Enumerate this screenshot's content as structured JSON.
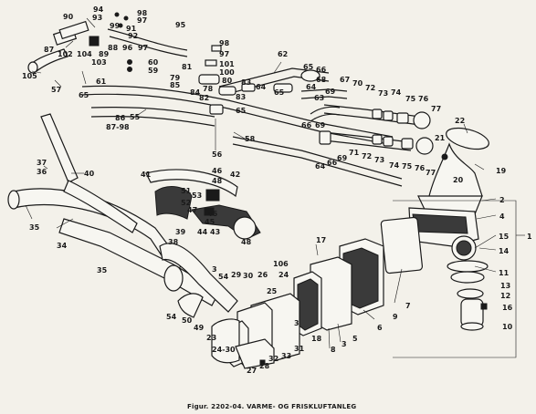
{
  "caption": "Figur. 2202-04. VARME- OG FRISKLUFTANLEG",
  "labels": {
    "l1": "1",
    "l2": "2",
    "l3": "3",
    "l3b": "3",
    "l4": "4",
    "l5": "5",
    "l6": "6",
    "l7": "7",
    "l8": "8",
    "l9": "9",
    "l10": "10",
    "l11": "11",
    "l12": "12",
    "l13": "13",
    "l14": "14",
    "l15": "15",
    "l16": "16",
    "l17": "17",
    "l18": "18",
    "l19": "19",
    "l20": "20",
    "l21": "21",
    "l22": "22",
    "l23": "23",
    "l24_30": "24-30",
    "l24": "24",
    "l25": "25",
    "l26": "26",
    "l27": "27",
    "l28": "28",
    "l29": "29",
    "l30": "30",
    "l31": "31",
    "l32": "32",
    "l33": "33",
    "l34": "34",
    "l35a": "35",
    "l35b": "35",
    "l36": "36",
    "l37": "37",
    "l38": "38",
    "l39": "39",
    "l40": "40",
    "l41": "41",
    "l42": "42",
    "l43": "43",
    "l44": "44",
    "l45": "45",
    "l46a": "46",
    "l46b": "46",
    "l47": "47",
    "l48": "48",
    "l49": "49",
    "l50": "50",
    "l51": "51",
    "l52": "52",
    "l53": "53",
    "l54a": "54",
    "l54b": "54",
    "l55": "55",
    "l56": "56",
    "l57": "57",
    "l58": "58",
    "l59": "59",
    "l60": "60",
    "l61": "61",
    "l62": "62",
    "l63": "63",
    "l64a": "64",
    "l64b": "64",
    "l65a": "65",
    "l65b": "65",
    "l65c": "65",
    "l66a": "66",
    "l66b": "66",
    "l67": "67",
    "l68": "68",
    "l69a": "69",
    "l69b": "69",
    "l70": "70",
    "l71": "71",
    "l72a": "72",
    "l72b": "72",
    "l73a": "73",
    "l73b": "73",
    "l74": "74",
    "l75a": "75",
    "l75b": "75",
    "l76a": "76",
    "l76b": "76",
    "l77a": "77",
    "l77b": "77",
    "l78": "78",
    "l79": "79",
    "l80": "80",
    "l81": "81",
    "l82": "82",
    "l83a": "83",
    "l83b": "83",
    "l84": "84",
    "l85": "85",
    "l86": "86",
    "l87_98": "87-98",
    "l87": "87",
    "l88": "88",
    "l89": "89",
    "l90": "90",
    "l91": "91",
    "l92": "92",
    "l93": "93",
    "l94": "94",
    "l95": "95",
    "l96": "96",
    "l97a": "97",
    "l97b": "97",
    "l98a": "98",
    "l98b": "98",
    "l99": "99",
    "l100": "100",
    "l101": "101",
    "l102": "102",
    "l103": "103",
    "l104": "104",
    "l105": "105",
    "l106": "106"
  }
}
